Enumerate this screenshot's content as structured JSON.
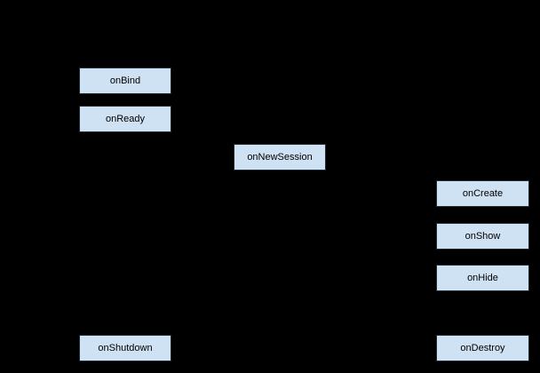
{
  "diagram": {
    "colors": {
      "background": "#000000",
      "node_fill": "#cfe2f3",
      "node_border": "#1f2a33",
      "node_text": "#000000"
    },
    "nodes": [
      {
        "label": "onBind"
      },
      {
        "label": "onReady"
      },
      {
        "label": "onNewSession"
      },
      {
        "label": "onCreate"
      },
      {
        "label": "onShow"
      },
      {
        "label": "onHide"
      },
      {
        "label": "onShutdown"
      },
      {
        "label": "onDestroy"
      }
    ]
  }
}
